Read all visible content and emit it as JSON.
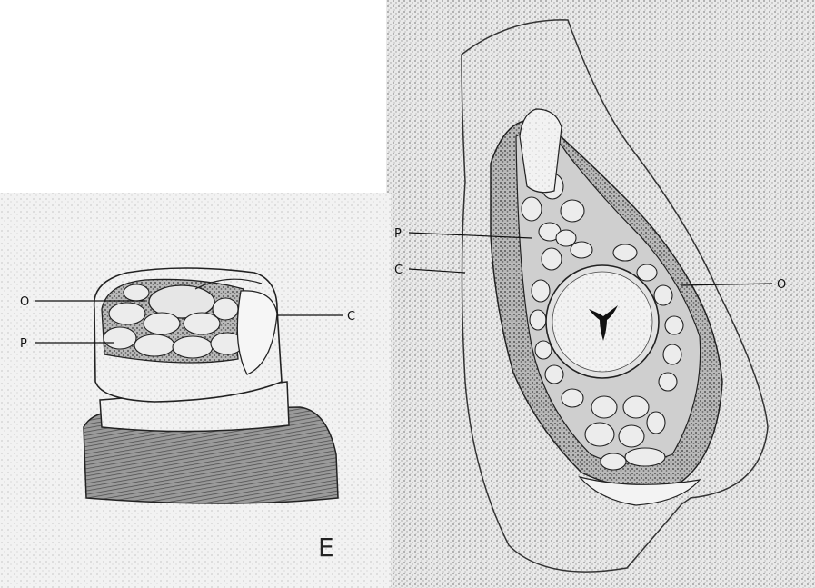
{
  "figure": {
    "panel_label": "E",
    "left_specimen": {
      "labels": {
        "o": "O",
        "p": "P",
        "c": "C"
      }
    },
    "right_specimen": {
      "labels": {
        "p": "P",
        "c": "C",
        "o": "O"
      }
    }
  },
  "colors": {
    "ink": "#111111",
    "stipple_dark": "#6a6a6a",
    "stipple_light": "#bdbdbd",
    "paper": "#ffffff"
  }
}
